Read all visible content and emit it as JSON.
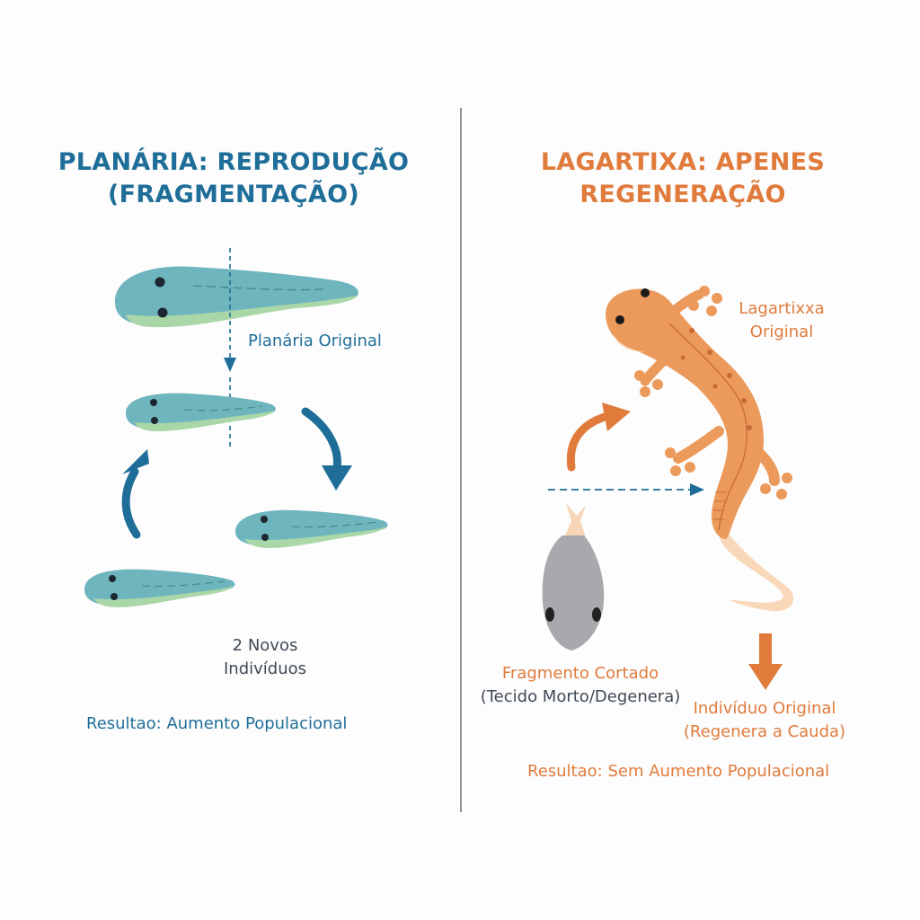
{
  "colors": {
    "blue": "#1f6e99",
    "orange": "#e07b3c",
    "planaria_body": "#6fb5bd",
    "planaria_belly": "#a9d7a8",
    "lizard_body": "#ec9a5c",
    "fragment_gray": "#a7a9ac"
  },
  "left": {
    "title_line1": "PLANÁRIA: REPRODUÇÃO",
    "title_line2": "(FRAGMENTAÇÃO)",
    "original_label": "Planária Original",
    "new_line1": "2 Novos",
    "new_line2": "Indivíduos",
    "result": "Resultao: Aumento Populacional"
  },
  "right": {
    "title_line1": "LAGARTIXA: APENES",
    "title_line2": "REGENERAÇÃO",
    "lizard_line1": "Lagartixxa",
    "lizard_line2": "Original",
    "fragment_line1": "Fragmento Cortado",
    "fragment_line2": "(Tecido Morto/Degenera)",
    "regen_line1": "Indivíduo Original",
    "regen_line2": "(Regenera a Cauda)",
    "result": "Resultao: Sem Aumento Populacional"
  }
}
